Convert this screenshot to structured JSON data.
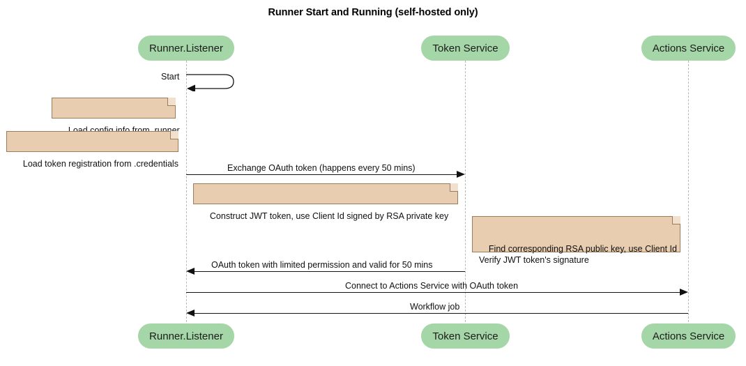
{
  "title": "Runner Start and Running (self-hosted only)",
  "colors": {
    "participant_fill": "#a5d6a7",
    "note_fill": "#e8cdb0",
    "note_border": "#9a7b5a",
    "lifeline": "#b8b8b8",
    "arrow": "#111111"
  },
  "participants": [
    {
      "id": "runner",
      "label": "Runner.Listener"
    },
    {
      "id": "token",
      "label": "Token Service"
    },
    {
      "id": "actions",
      "label": "Actions Service"
    }
  ],
  "messages": [
    {
      "id": "start",
      "label": "Start",
      "kind": "self",
      "from": "runner",
      "to": "runner"
    },
    {
      "id": "exchange",
      "label": "Exchange OAuth token (happens every 50 mins)",
      "kind": "sync",
      "from": "runner",
      "to": "token",
      "direction": "right"
    },
    {
      "id": "oauth-return",
      "label": "OAuth token with limited permission and valid for 50 mins",
      "kind": "sync",
      "from": "token",
      "to": "runner",
      "direction": "left"
    },
    {
      "id": "connect",
      "label": "Connect to Actions Service with OAuth token",
      "kind": "sync",
      "from": "runner",
      "to": "actions",
      "direction": "right"
    },
    {
      "id": "workflow",
      "label": "Workflow job",
      "kind": "sync",
      "from": "actions",
      "to": "runner",
      "direction": "left"
    }
  ],
  "notes": [
    {
      "id": "note-config",
      "text": "Load config info from .runner"
    },
    {
      "id": "note-credentials",
      "text": "Load token registration from .credentials"
    },
    {
      "id": "note-jwt",
      "text": "Construct JWT token, use Client Id signed by RSA private key"
    },
    {
      "id": "note-verify",
      "text": "Find corresponding RSA public key, use Client Id\nVerify JWT token's signature"
    }
  ]
}
